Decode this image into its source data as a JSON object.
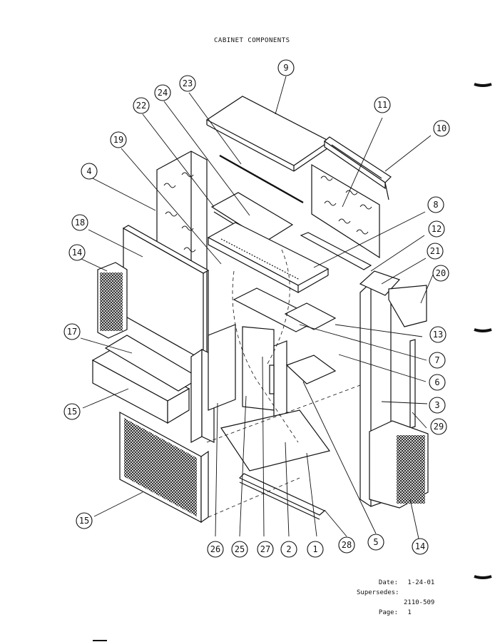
{
  "title": "CABINET COMPONENTS",
  "meta": {
    "date_label": "Date:",
    "date_value": "1-24-01",
    "supersedes_label": "Supersedes:",
    "supersedes_value": "",
    "doc_number": "2110-509",
    "page_label": "Page:",
    "page_value": "1"
  },
  "callouts": [
    "9",
    "23",
    "24",
    "22",
    "19",
    "4",
    "18",
    "14",
    "17",
    "15",
    "11",
    "10",
    "8",
    "12",
    "21",
    "20",
    "13",
    "7",
    "6",
    "3",
    "29",
    "14",
    "15",
    "26",
    "25",
    "27",
    "2",
    "1",
    "28",
    "5"
  ]
}
